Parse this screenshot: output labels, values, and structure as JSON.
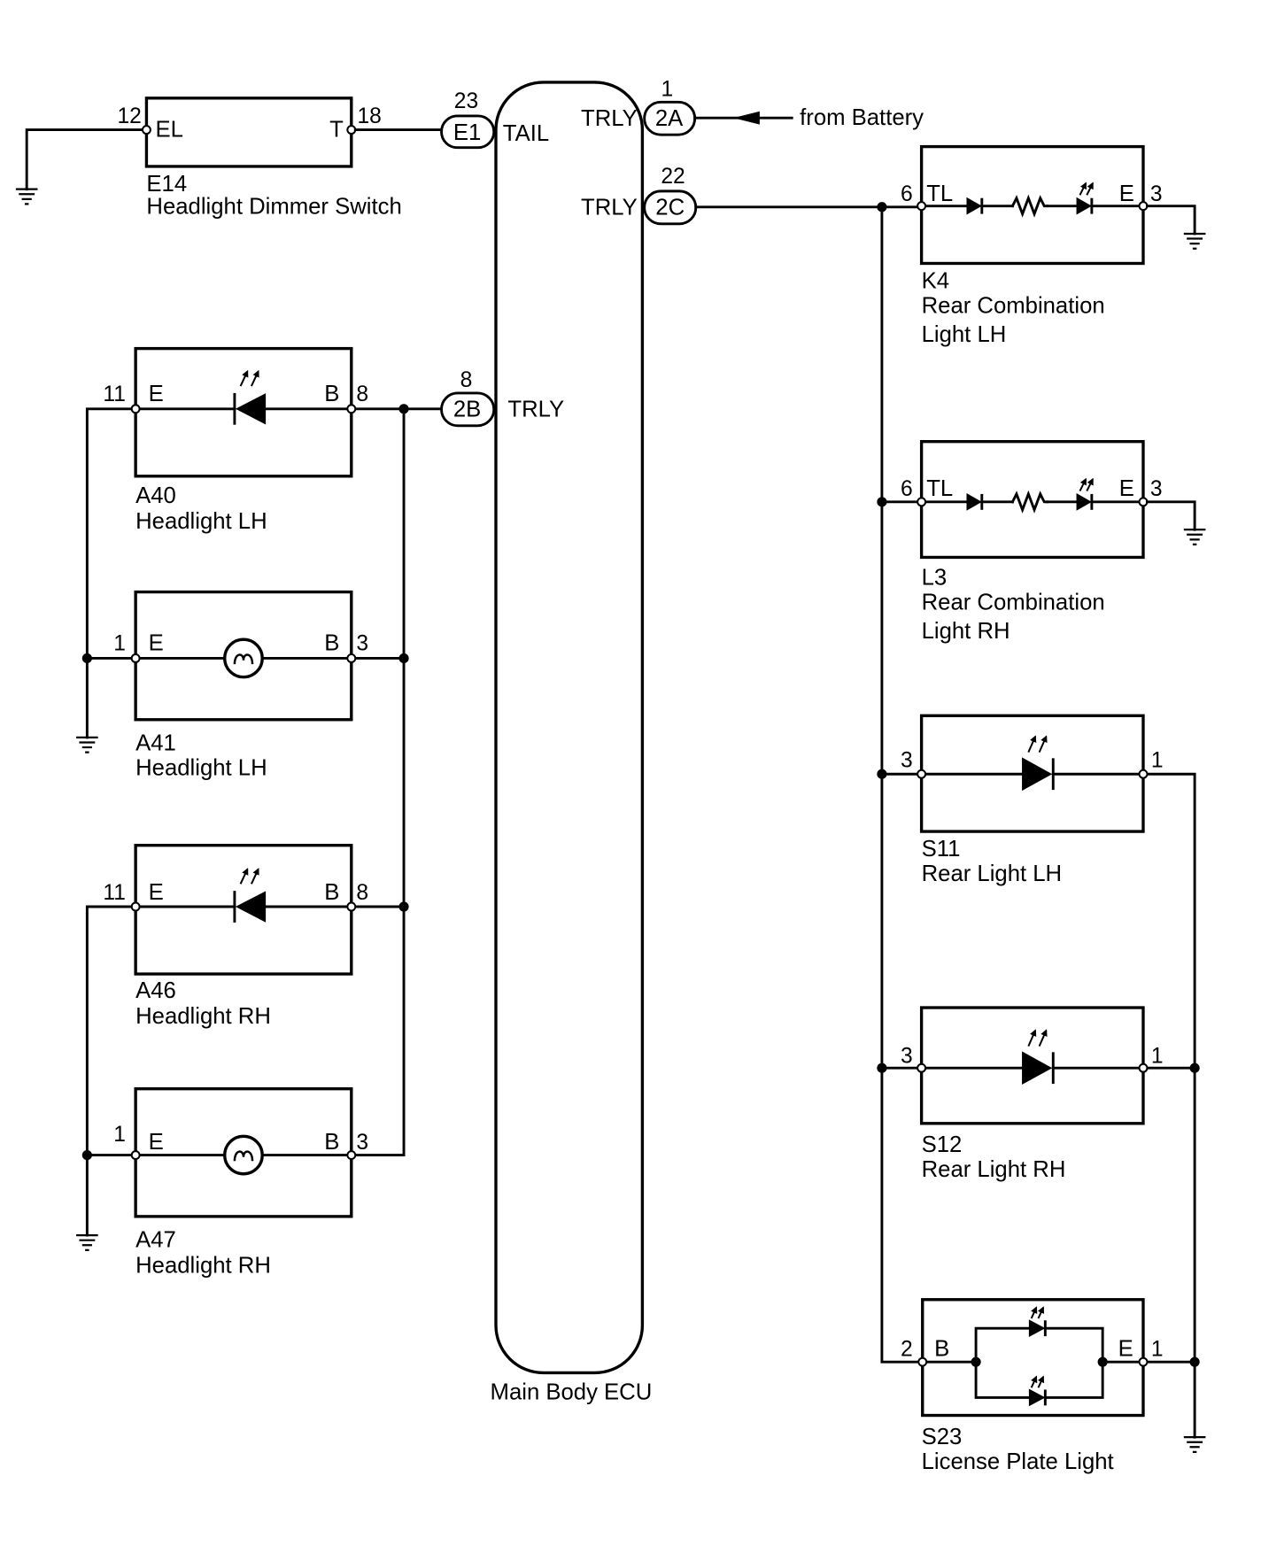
{
  "page": {
    "background": "#ffffff",
    "line_color": "#000000"
  },
  "ecu": {
    "name": "Main Body ECU"
  },
  "battery": {
    "label": "from Battery"
  },
  "connectors": {
    "e1": {
      "code": "E1",
      "pin": "23",
      "signal": "TAIL"
    },
    "c2a": {
      "code": "2A",
      "pin": "1",
      "signal": "TRLY"
    },
    "c2c": {
      "code": "2C",
      "pin": "22",
      "signal": "TRLY"
    },
    "c2b": {
      "code": "2B",
      "pin": "8",
      "signal": "TRLY"
    }
  },
  "components": {
    "e14": {
      "code": "E14",
      "name": "Headlight Dimmer Switch",
      "term_left": "EL",
      "pin_left": "12",
      "term_right": "T",
      "pin_right": "18"
    },
    "a40": {
      "code": "A40",
      "name": "Headlight LH",
      "symbol": "led-icon",
      "term_left": "E",
      "pin_left": "11",
      "term_right": "B",
      "pin_right": "8"
    },
    "a41": {
      "code": "A41",
      "name": "Headlight LH",
      "symbol": "bulb-icon",
      "term_left": "E",
      "pin_left": "1",
      "term_right": "B",
      "pin_right": "3"
    },
    "a46": {
      "code": "A46",
      "name": "Headlight RH",
      "symbol": "led-icon",
      "term_left": "E",
      "pin_left": "11",
      "term_right": "B",
      "pin_right": "8"
    },
    "a47": {
      "code": "A47",
      "name": "Headlight RH",
      "symbol": "bulb-icon",
      "term_left": "E",
      "pin_left": "1",
      "term_right": "B",
      "pin_right": "3"
    },
    "k4": {
      "code": "K4",
      "name_lines": [
        "Rear Combination",
        "Light LH"
      ],
      "symbol": "diode-resistor-led-icon",
      "term_left": "TL",
      "pin_left": "6",
      "term_right": "E",
      "pin_right": "3"
    },
    "l3": {
      "code": "L3",
      "name_lines": [
        "Rear Combination",
        "Light RH"
      ],
      "symbol": "diode-resistor-led-icon",
      "term_left": "TL",
      "pin_left": "6",
      "term_right": "E",
      "pin_right": "3"
    },
    "s11": {
      "code": "S11",
      "name": "Rear Light LH",
      "symbol": "led-icon",
      "pin_left": "3",
      "pin_right": "1"
    },
    "s12": {
      "code": "S12",
      "name": "Rear Light RH",
      "symbol": "led-icon",
      "pin_left": "3",
      "pin_right": "1"
    },
    "s23": {
      "code": "S23",
      "name": "License Plate Light",
      "symbol": "dual-led-icon",
      "term_left": "B",
      "pin_left": "2",
      "term_right": "E",
      "pin_right": "1"
    }
  }
}
